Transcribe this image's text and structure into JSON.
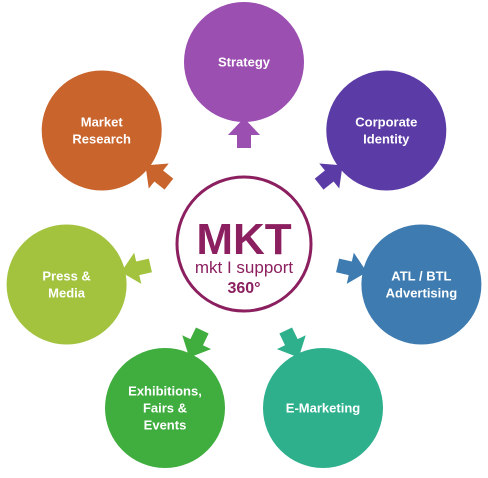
{
  "center": {
    "title": "MKT",
    "subtitle": "mkt I support",
    "degree": "360°",
    "color": "#8b1f5f"
  },
  "nodes": [
    {
      "lines": [
        "Strategy"
      ],
      "color": "#9b4fb0"
    },
    {
      "lines": [
        "Corporate",
        "Identity"
      ],
      "color": "#5b3ca6"
    },
    {
      "lines": [
        "ATL / BTL",
        "Advertising"
      ],
      "color": "#3d7bb0"
    },
    {
      "lines": [
        "E-Marketing"
      ],
      "color": "#2eb08d"
    },
    {
      "lines": [
        "Exhibitions,",
        "Fairs &",
        "Events"
      ],
      "color": "#40ad3f"
    },
    {
      "lines": [
        "Press &",
        "Media"
      ],
      "color": "#a3c33f"
    },
    {
      "lines": [
        "Market",
        "Research"
      ],
      "color": "#c8642c"
    }
  ]
}
